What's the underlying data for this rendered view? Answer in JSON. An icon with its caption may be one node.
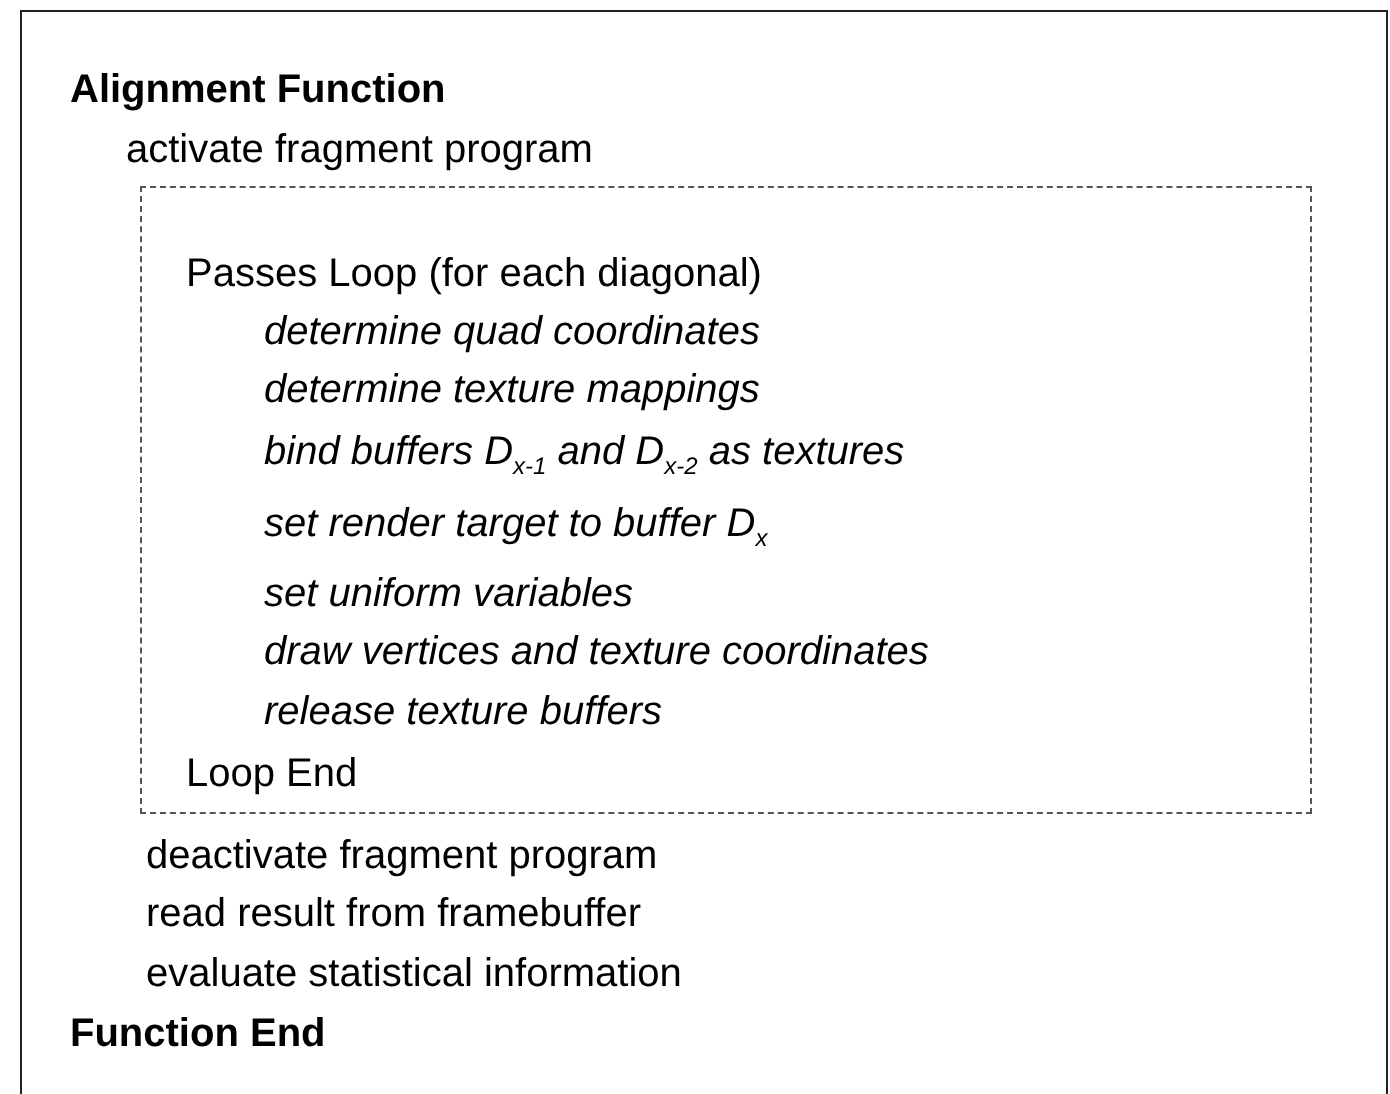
{
  "diagram": {
    "nodes": [
      {
        "text": [
          "Alignment Function",
          "activate fragment program",
          "deactivate fragment program",
          "read result from framebuffer",
          "evaluate statistical information",
          "Function End"
        ]
      },
      {
        "text": [
          "Passes Loop (for each diagonal)",
          "determine quad coordinates",
          "determine texture mappings",
          "bind buffers D$_{x-1}$ and D$_{x-2}$ as textures",
          "set render target to buffer D$_{x}$",
          "set uniform variables",
          "draw vertices and texture coordinates",
          "release texture buffers",
          "Loop End"
        ],
        "in": 0
      }
    ]
  }
}
